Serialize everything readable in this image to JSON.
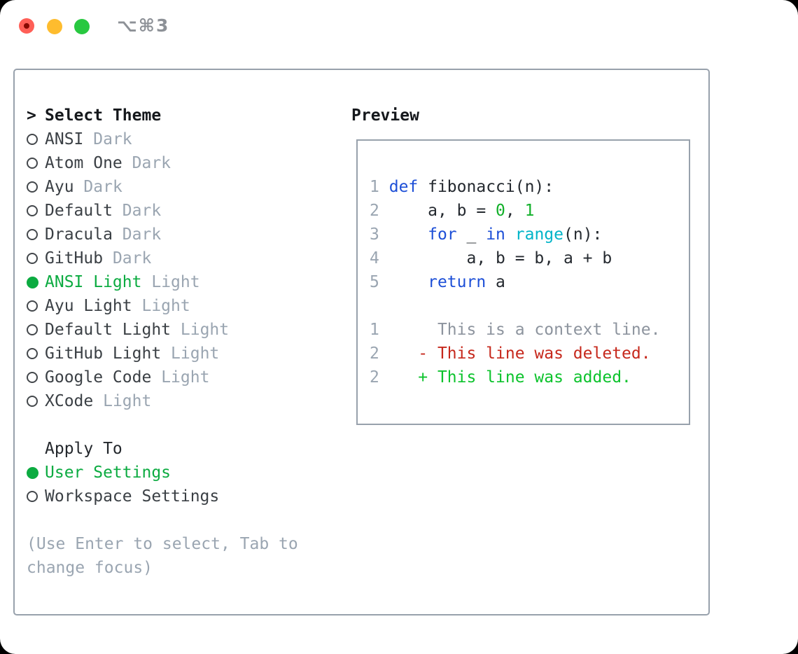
{
  "titlebar": {
    "shortcut": "⌥⌘3"
  },
  "colors": {
    "accent_green": "#0cab41",
    "keyword_blue": "#1d4fd7",
    "builtin_cyan": "#00b4c8",
    "number_green": "#12b02a",
    "diff_added_green": "#0cc32c",
    "diff_deleted_red": "#c6281c",
    "muted_gray": "#9aa5b1",
    "panel_border_gray": "#98a1ac",
    "traffic_red": "#ff5f57",
    "traffic_yellow": "#febc2e",
    "traffic_green": "#28c840"
  },
  "selector": {
    "prefix": ">",
    "title": "Select Theme",
    "themes": [
      {
        "name": "ANSI",
        "variant": "Dark",
        "selected": false
      },
      {
        "name": "Atom One",
        "variant": "Dark",
        "selected": false
      },
      {
        "name": "Ayu",
        "variant": "Dark",
        "selected": false
      },
      {
        "name": "Default",
        "variant": "Dark",
        "selected": false
      },
      {
        "name": "Dracula",
        "variant": "Dark",
        "selected": false
      },
      {
        "name": "GitHub",
        "variant": "Dark",
        "selected": false
      },
      {
        "name": "ANSI Light",
        "variant": "Light",
        "selected": true
      },
      {
        "name": "Ayu Light",
        "variant": "Light",
        "selected": false
      },
      {
        "name": "Default Light",
        "variant": "Light",
        "selected": false
      },
      {
        "name": "GitHub Light",
        "variant": "Light",
        "selected": false
      },
      {
        "name": "Google Code",
        "variant": "Light",
        "selected": false
      },
      {
        "name": "XCode",
        "variant": "Light",
        "selected": false
      }
    ],
    "apply_to": {
      "title": "Apply To",
      "options": [
        {
          "label": "User Settings",
          "selected": true
        },
        {
          "label": "Workspace Settings",
          "selected": false
        }
      ]
    },
    "hint_line1": "(Use Enter to select, Tab to",
    "hint_line2": "change focus)"
  },
  "preview": {
    "title": "Preview",
    "lines": [
      {
        "segs": [
          {
            "t": "1",
            "c": "ln"
          },
          {
            "t": " ",
            "c": "p"
          },
          {
            "t": "def",
            "c": "kw"
          },
          {
            "t": " fibonacci(n):",
            "c": "p"
          }
        ]
      },
      {
        "segs": [
          {
            "t": "2",
            "c": "ln"
          },
          {
            "t": "     a, b = ",
            "c": "p"
          },
          {
            "t": "0",
            "c": "nu"
          },
          {
            "t": ", ",
            "c": "p"
          },
          {
            "t": "1",
            "c": "nu"
          }
        ]
      },
      {
        "segs": [
          {
            "t": "3",
            "c": "ln"
          },
          {
            "t": "     ",
            "c": "p"
          },
          {
            "t": "for",
            "c": "kw"
          },
          {
            "t": " _ ",
            "c": "p"
          },
          {
            "t": "in",
            "c": "kw"
          },
          {
            "t": " ",
            "c": "p"
          },
          {
            "t": "range",
            "c": "fn"
          },
          {
            "t": "(n):",
            "c": "p"
          }
        ]
      },
      {
        "segs": [
          {
            "t": "4",
            "c": "ln"
          },
          {
            "t": "         a, b = b, a + b",
            "c": "p"
          }
        ]
      },
      {
        "segs": [
          {
            "t": "5",
            "c": "ln"
          },
          {
            "t": "     ",
            "c": "p"
          },
          {
            "t": "return",
            "c": "kw"
          },
          {
            "t": " a",
            "c": "p"
          }
        ]
      },
      {
        "segs": []
      },
      {
        "segs": [
          {
            "t": "1",
            "c": "ln"
          },
          {
            "t": "      This is a context line.",
            "c": "ctx"
          }
        ]
      },
      {
        "segs": [
          {
            "t": "2",
            "c": "ln"
          },
          {
            "t": "    - This line was deleted.",
            "c": "del"
          }
        ]
      },
      {
        "segs": [
          {
            "t": "2",
            "c": "ln"
          },
          {
            "t": "    + This line was added.",
            "c": "add"
          }
        ]
      }
    ]
  }
}
